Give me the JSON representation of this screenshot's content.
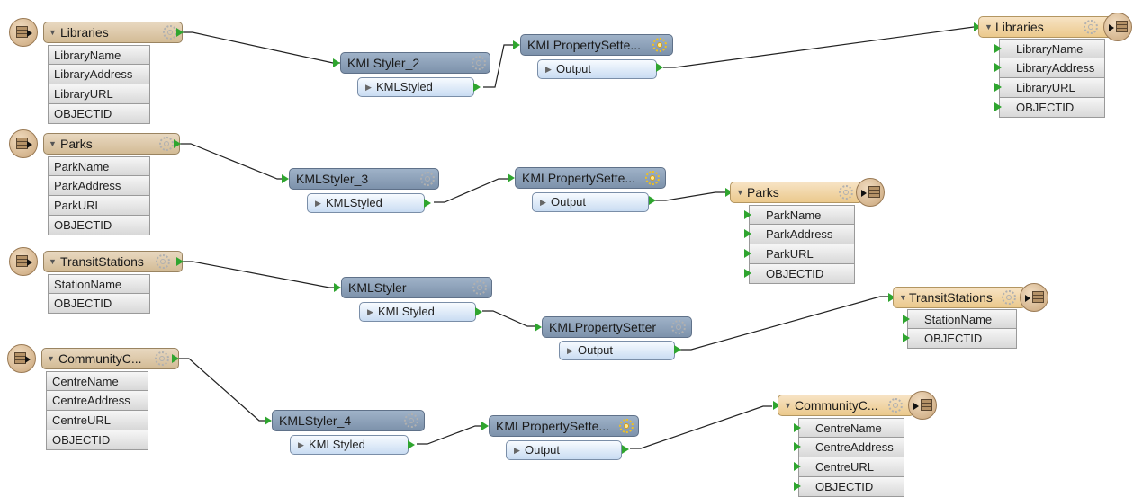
{
  "canvas": {
    "title": "FME Workbench canvas"
  },
  "sources": [
    {
      "name": "Libraries",
      "attributes": [
        "LibraryName",
        "LibraryAddress",
        "LibraryURL",
        "OBJECTID"
      ]
    },
    {
      "name": "Parks",
      "attributes": [
        "ParkName",
        "ParkAddress",
        "ParkURL",
        "OBJECTID"
      ]
    },
    {
      "name": "TransitStations",
      "attributes": [
        "StationName",
        "OBJECTID"
      ]
    },
    {
      "name": "CommunityC...",
      "attributes": [
        "CentreName",
        "CentreAddress",
        "CentreURL",
        "OBJECTID"
      ]
    }
  ],
  "stylers": [
    {
      "name": "KMLStyler_2",
      "port": "KMLStyled"
    },
    {
      "name": "KMLStyler_3",
      "port": "KMLStyled"
    },
    {
      "name": "KMLStyler",
      "port": "KMLStyled"
    },
    {
      "name": "KMLStyler_4",
      "port": "KMLStyled"
    }
  ],
  "setters": [
    {
      "name": "KMLPropertySette...",
      "port": "Output"
    },
    {
      "name": "KMLPropertySette...",
      "port": "Output"
    },
    {
      "name": "KMLPropertySetter",
      "port": "Output"
    },
    {
      "name": "KMLPropertySette...",
      "port": "Output"
    }
  ],
  "destinations": [
    {
      "name": "Libraries",
      "attributes": [
        "LibraryName",
        "LibraryAddress",
        "LibraryURL",
        "OBJECTID"
      ]
    },
    {
      "name": "Parks",
      "attributes": [
        "ParkName",
        "ParkAddress",
        "ParkURL",
        "OBJECTID"
      ]
    },
    {
      "name": "TransitStations",
      "attributes": [
        "StationName",
        "OBJECTID"
      ]
    },
    {
      "name": "CommunityC...",
      "attributes": [
        "CentreName",
        "CentreAddress",
        "CentreURL",
        "OBJECTID"
      ]
    }
  ],
  "colors": {
    "connection": "#222222",
    "port": "#2fa52f",
    "reader": "#d3bb95",
    "writer": "#ebc98c",
    "transformer": "#7d92ab",
    "output_port": "#c9dcf2"
  },
  "icons": {
    "reader": "database-table-icon",
    "writer": "database-table-icon",
    "settings": "gear-icon",
    "collapse": "triangle-down-icon",
    "port": "triangle-right-icon"
  }
}
